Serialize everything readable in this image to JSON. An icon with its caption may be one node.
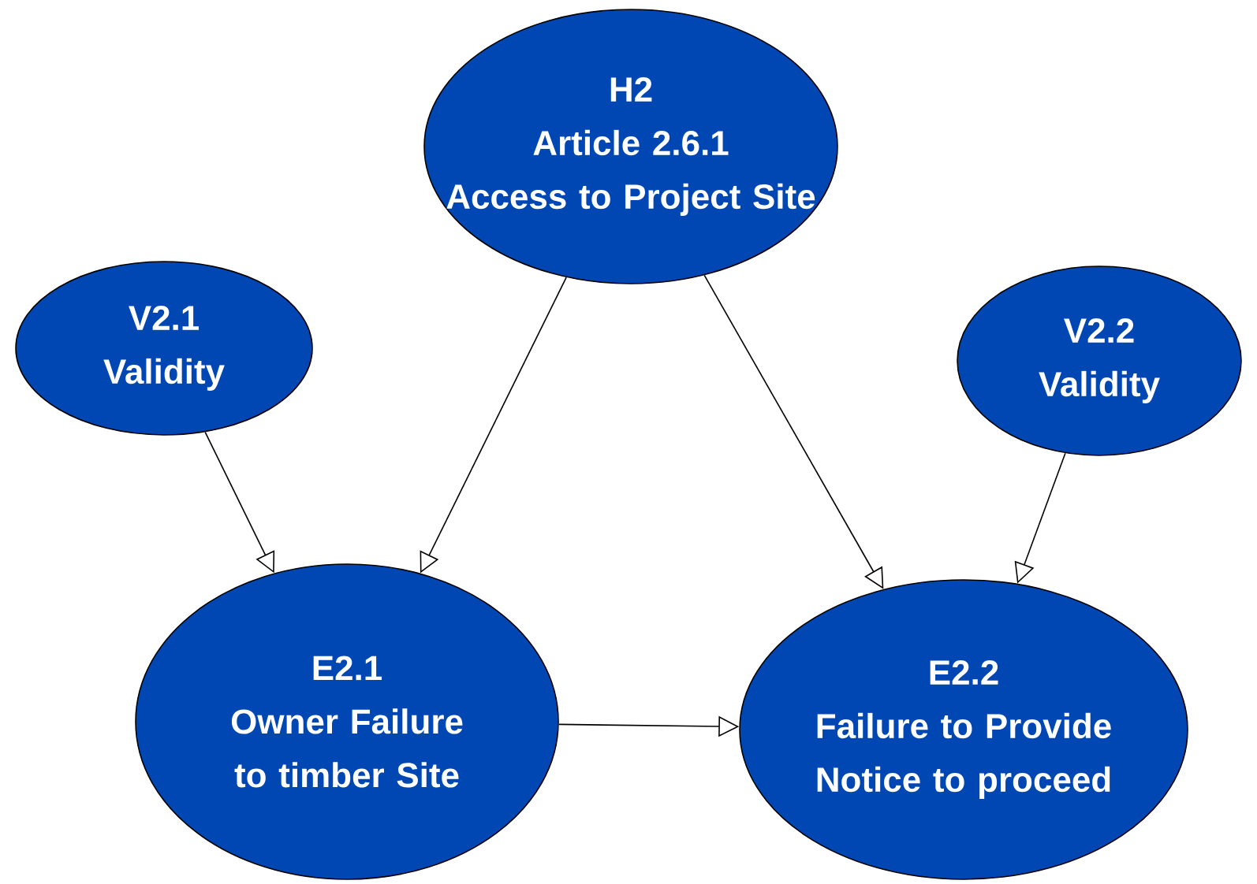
{
  "diagram": {
    "nodes": [
      {
        "text": [
          "H2",
          "Article 2.6.1",
          "Access to Project Site"
        ]
      },
      {
        "text": [
          "V2.1",
          "Validity"
        ]
      },
      {
        "text": [
          "V2.2",
          "Validity"
        ]
      },
      {
        "text": [
          "E2.1",
          "Owner Failure to timber Site"
        ]
      },
      {
        "text": [
          "E2.2",
          "Failure to Provide Notice to proceed"
        ]
      }
    ],
    "edges": [
      {
        "from": 1,
        "to": 3,
        "arrow": "to"
      },
      {
        "from": 0,
        "to": 3,
        "arrow": "to"
      },
      {
        "from": 0,
        "to": 4,
        "arrow": "to"
      },
      {
        "from": 2,
        "to": 4,
        "arrow": "to"
      },
      {
        "from": 3,
        "to": 4,
        "arrow": "to"
      }
    ]
  }
}
